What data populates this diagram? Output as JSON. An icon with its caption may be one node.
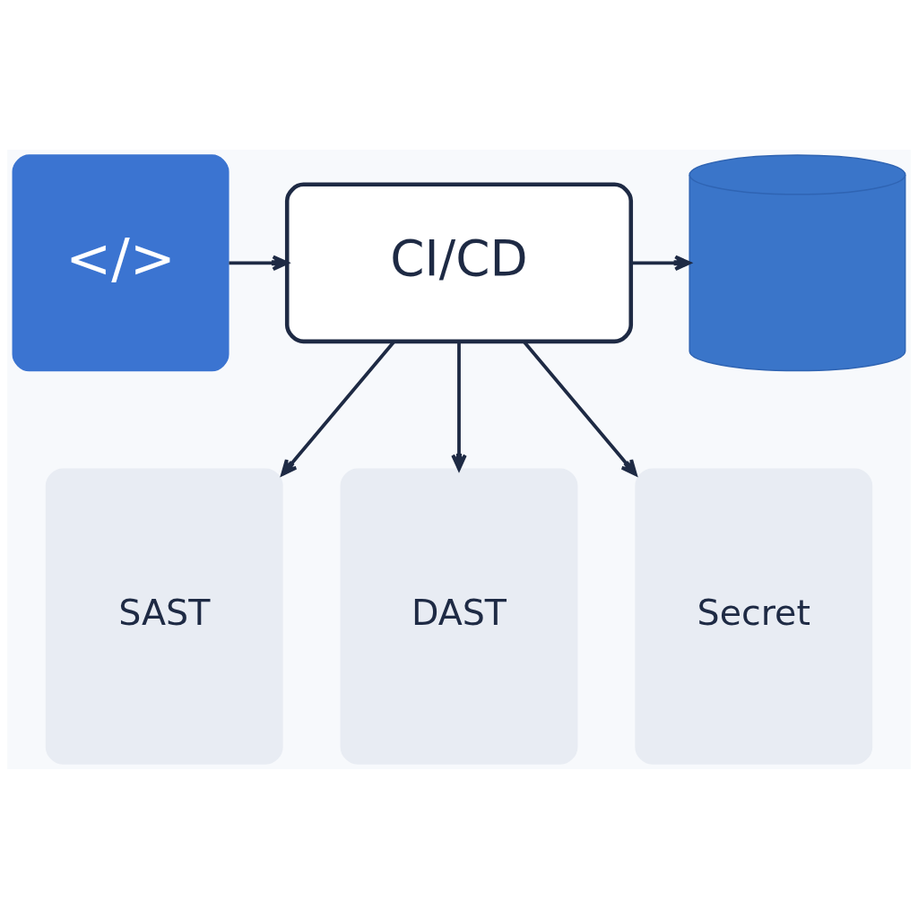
{
  "diagram": {
    "nodes": [
      {
        "text": [
          "</>"
        ]
      },
      {
        "text": [
          "CI/CD"
        ]
      },
      {
        "text": [],
        "shape": "cylinder"
      },
      {
        "text": [
          "SAST"
        ]
      },
      {
        "text": [
          "DAST"
        ]
      },
      {
        "text": [
          "Secret"
        ]
      }
    ],
    "edges": [
      {
        "from": 0,
        "to": 1,
        "arrow": "to"
      },
      {
        "from": 1,
        "to": 2,
        "arrow": "to"
      },
      {
        "from": 1,
        "to": 3,
        "arrow": "to"
      },
      {
        "from": 1,
        "to": 4,
        "arrow": "to"
      },
      {
        "from": 1,
        "to": 5,
        "arrow": "to"
      }
    ]
  }
}
